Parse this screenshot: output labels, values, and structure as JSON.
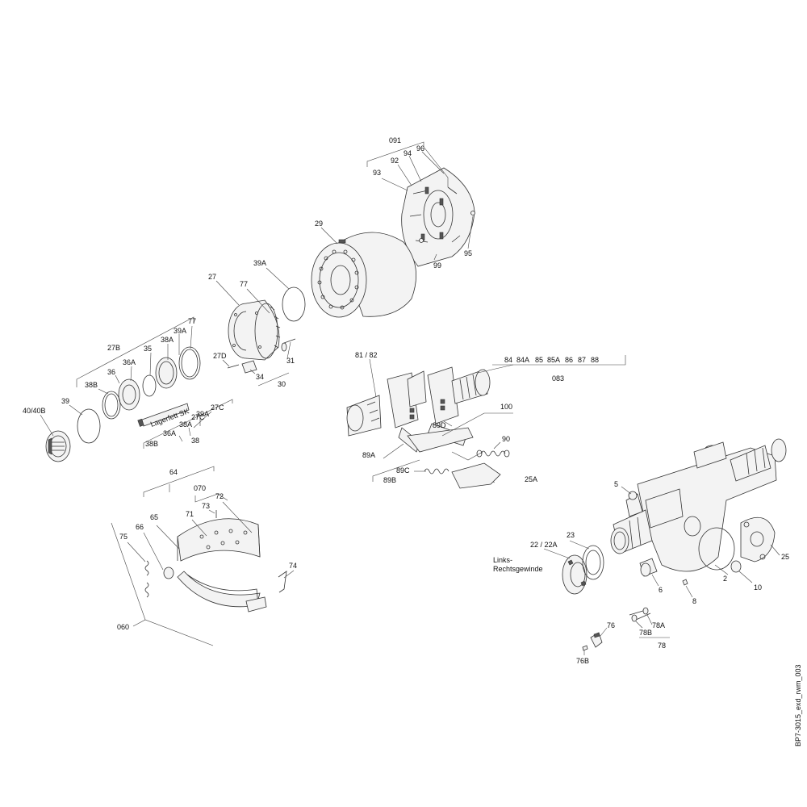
{
  "diagram": {
    "labels": {
      "l091": "091",
      "l96": "96",
      "l94": "94",
      "l92": "92",
      "l93": "93",
      "l99": "99",
      "l95": "95",
      "l29": "29",
      "l39A_top": "39A",
      "l27": "27",
      "l77_top": "77",
      "l77": "77",
      "l39A": "39A",
      "l38A": "38A",
      "l35": "35",
      "l36A": "36A",
      "l27B": "27B",
      "l36": "36",
      "l38B": "38B",
      "l27D": "27D",
      "l31": "31",
      "l34": "34",
      "l30": "30",
      "l39": "39",
      "l40_40B": "40/40B",
      "grease": "Lagerfett SK",
      "l27C_a": "27C",
      "l27C_b": "27C",
      "l39A_b": "39A",
      "l38A_b": "38A",
      "l36A_b": "36A",
      "l38_b": "38",
      "l38B_b": "38B",
      "l81_82": "81 / 82",
      "l84": "84",
      "l84A": "84A",
      "l85": "85",
      "l85A": "85A",
      "l86": "86",
      "l87": "87",
      "l88": "88",
      "l083": "083",
      "l100": "100",
      "l89D": "89D",
      "l90": "90",
      "l89A": "89A",
      "l89C": "89C",
      "l89B": "89B",
      "l25A": "25A",
      "l64": "64",
      "l070": "070",
      "l72": "72",
      "l73": "73",
      "l65": "65",
      "l71": "71",
      "l66": "66",
      "l75": "75",
      "l74": "74",
      "l060": "060",
      "l5": "5",
      "l23": "23",
      "l22_22A": "22 / 22A",
      "links": "Links-",
      "rechts": "Rechtsgewinde",
      "l25": "25",
      "l2": "2",
      "l10": "10",
      "l6": "6",
      "l8": "8",
      "l76": "76",
      "l78A": "78A",
      "l78B": "78B",
      "l78": "78",
      "l76B": "76B",
      "drawing_id": "BP7-3015_exd_rwm_003"
    }
  }
}
